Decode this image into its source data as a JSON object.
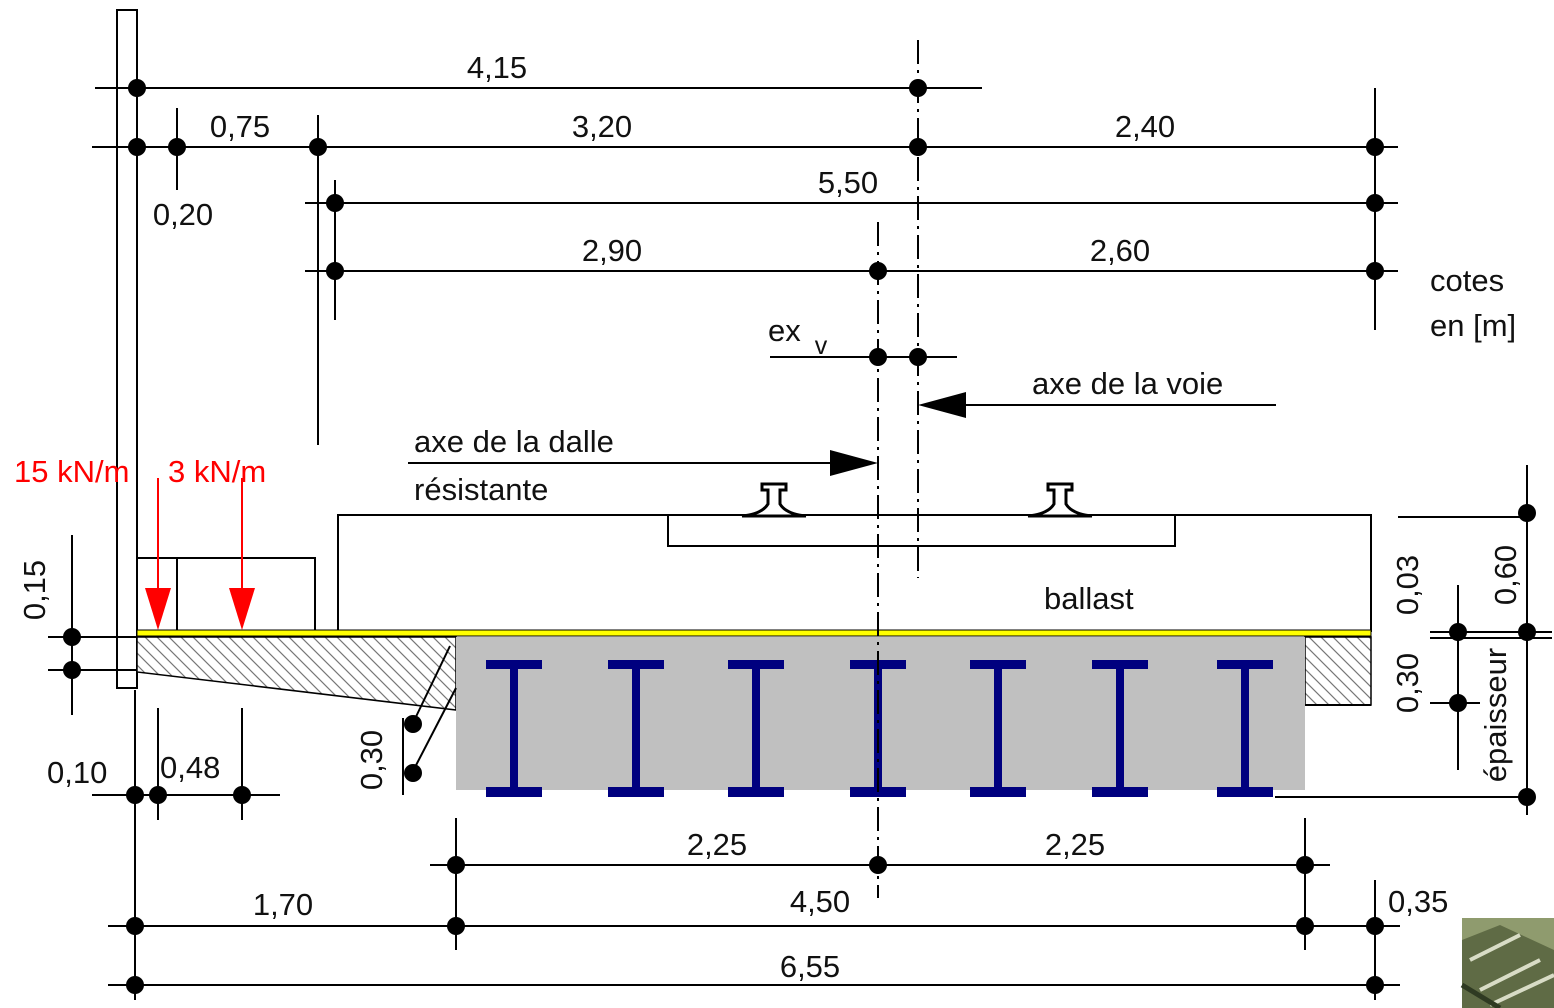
{
  "dimensions": {
    "top_4_15": "4,15",
    "top_0_75": "0,75",
    "top_3_20": "3,20",
    "top_2_40": "2,40",
    "top_0_20": "0,20",
    "top_5_50": "5,50",
    "top_2_90": "2,90",
    "top_2_60": "2,60",
    "left_0_15": "0,15",
    "left_0_10": "0,10",
    "left_0_48": "0,48",
    "mid_0_30": "0,30",
    "right_0_03": "0,03",
    "right_0_60": "0,60",
    "right_0_30": "0,30",
    "bot_2_25_left": "2,25",
    "bot_2_25_right": "2,25",
    "bot_1_70": "1,70",
    "bot_4_50": "4,50",
    "bot_0_35": "0,35",
    "bot_6_55": "6,55"
  },
  "labels": {
    "cotes_line1": "cotes",
    "cotes_line2": "en [m]",
    "ex": "ex",
    "ex_sub": "v",
    "axe_voie": "axe de la voie",
    "axe_dalle_line1": "axe de la dalle",
    "axe_dalle_line2": "résistante",
    "ballast": "ballast",
    "epaisseur": "épaisseur"
  },
  "loads": {
    "load_1": "15 kN/m",
    "load_2": "3 kN/m"
  },
  "colors": {
    "line": "#000000",
    "load": "#ff0000",
    "waterproofing": "#ffff00",
    "deck_fill": "#c0c0c0",
    "beam": "#00007f"
  }
}
